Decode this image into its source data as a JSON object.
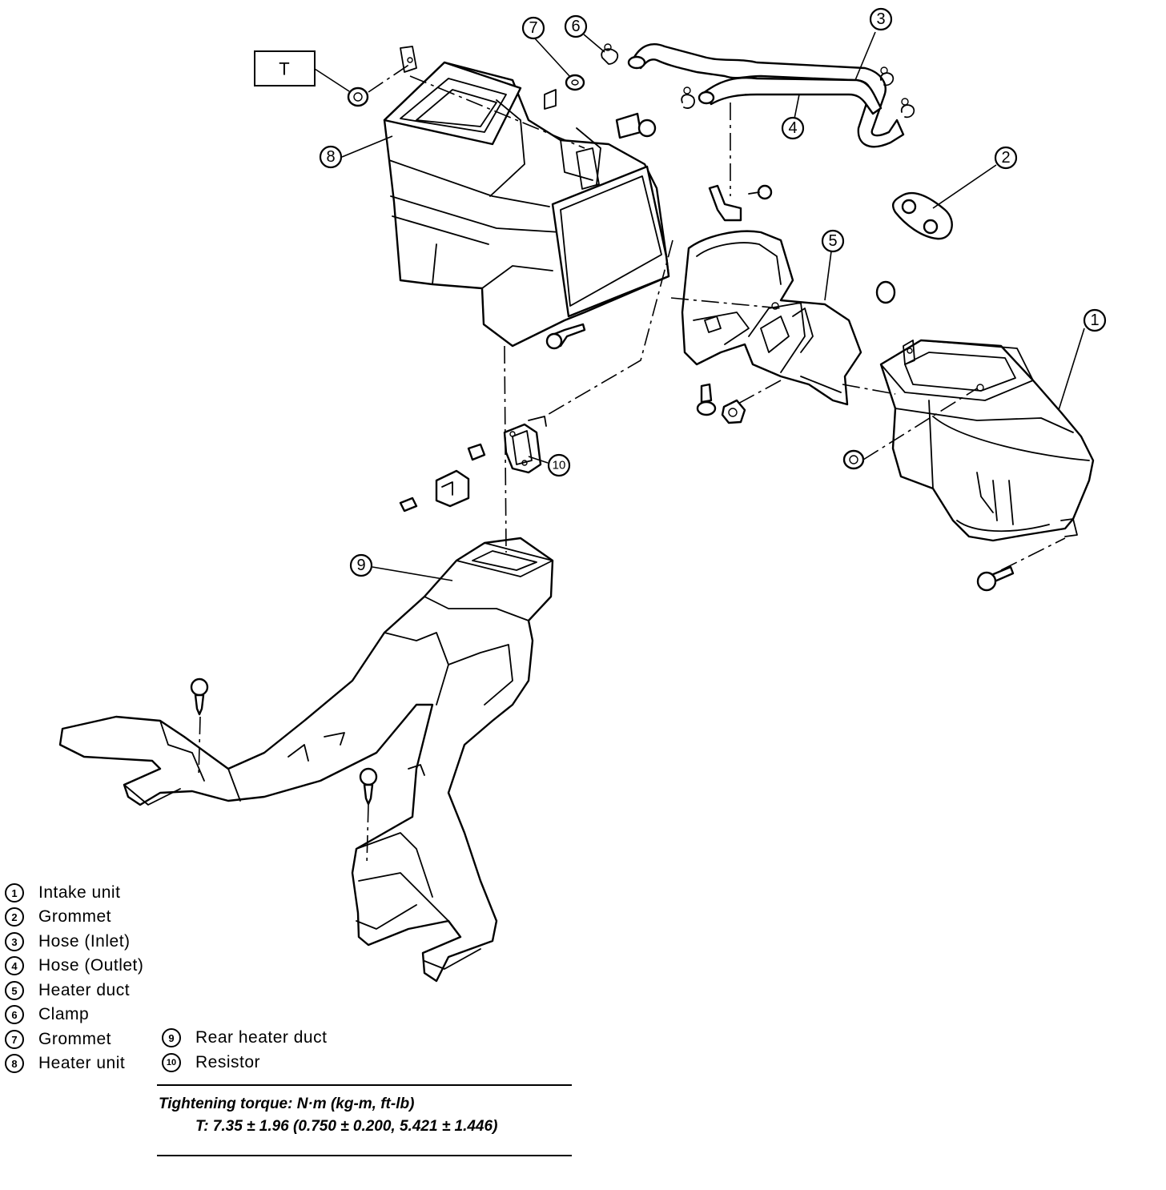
{
  "callouts": [
    "1",
    "2",
    "3",
    "4",
    "5",
    "6",
    "7",
    "8",
    "9",
    "10"
  ],
  "torque_mark": "T",
  "legend": [
    {
      "num": "1",
      "label": "Intake unit"
    },
    {
      "num": "2",
      "label": "Grommet"
    },
    {
      "num": "3",
      "label": "Hose (Inlet)"
    },
    {
      "num": "4",
      "label": "Hose (Outlet)"
    },
    {
      "num": "5",
      "label": "Heater duct"
    },
    {
      "num": "6",
      "label": "Clamp"
    },
    {
      "num": "7",
      "label": "Grommet"
    },
    {
      "num": "8",
      "label": "Heater unit"
    },
    {
      "num": "9",
      "label": "Rear heater duct"
    },
    {
      "num": "10",
      "label": "Resistor"
    }
  ],
  "torque": {
    "heading": "Tightening torque: N·m (kg-m, ft-lb)",
    "value": "T: 7.35 ± 1.96 (0.750 ± 0.200, 5.421 ± 1.446)"
  }
}
